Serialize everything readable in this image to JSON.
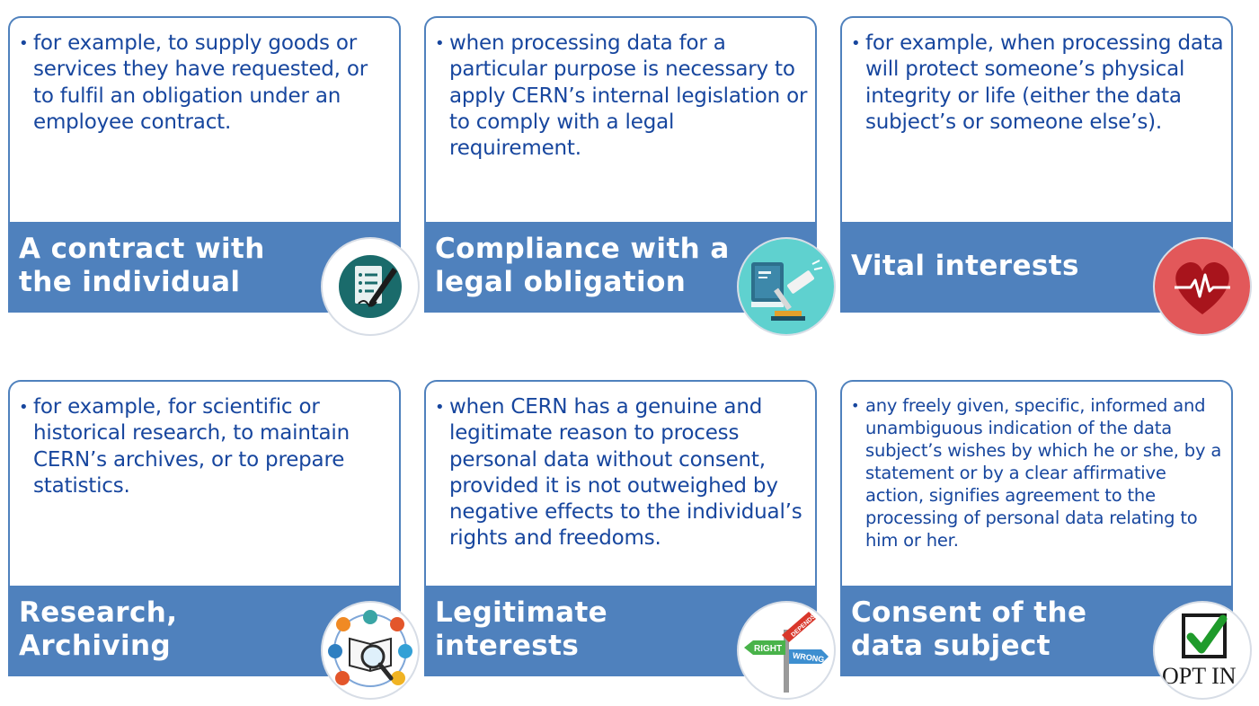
{
  "cards": [
    {
      "title": "A contract with the individual",
      "text": "for example, to supply goods or services they have requested, or to fulfil an obligation under an employee contract.",
      "icon": "contract-signing-icon"
    },
    {
      "title": "Compliance with a legal obligation",
      "text": "when processing data for a particular purpose is necessary to apply CERN’s internal legislation or to comply with a legal requirement.",
      "icon": "law-book-gavel-icon"
    },
    {
      "title": "Vital interests",
      "text": "for example, when processing data will protect someone’s physical integrity or life (either the data subject’s or someone else’s).",
      "icon": "heart-pulse-icon"
    },
    {
      "title": "Research, Archiving",
      "text": "for example, for scientific or historical research, to maintain CERN’s archives, or to prepare statistics.",
      "icon": "research-magnifier-icon"
    },
    {
      "title": "Legitimate interests",
      "text": "when CERN has a genuine and legitimate reason to process personal data without consent, provided it is not outweighed by negative effects to the individual’s rights and freedoms.",
      "icon": "signpost-icon",
      "sign_labels": [
        "RIGHT",
        "DEPENDS",
        "WRONG"
      ]
    },
    {
      "title": "Consent of the data subject",
      "text": "any freely given, specific, informed and unambiguous indication of the data subject’s wishes by which he or she, by a statement or by a clear affirmative action, signifies agreement to the processing of personal data relating to him or her.",
      "icon": "opt-in-checkbox-icon",
      "badge_text": "OPT IN"
    }
  ],
  "colors": {
    "band": "#4f81bd",
    "text": "#17469e",
    "title": "#ffffff"
  }
}
